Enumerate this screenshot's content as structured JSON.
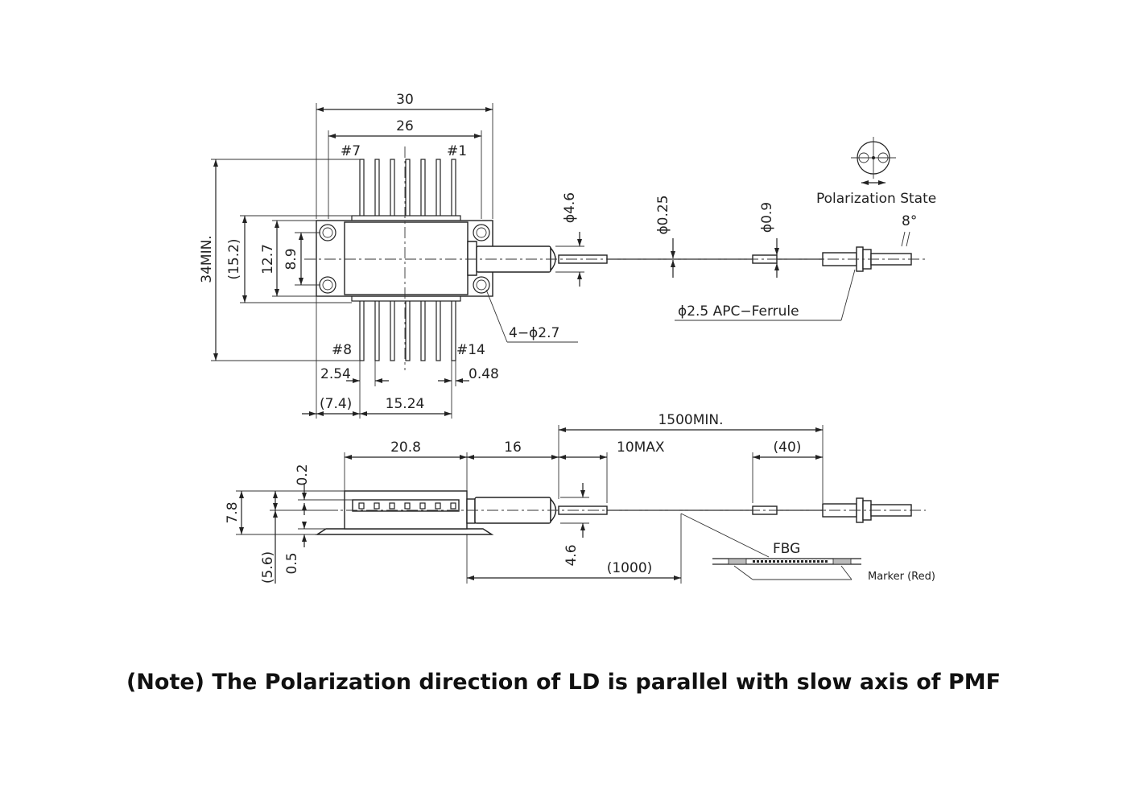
{
  "note": "(Note) The Polarization direction of LD is parallel with slow axis of PMF",
  "top_view": {
    "dim_30": "30",
    "dim_26": "26",
    "pin_7": "#7",
    "pin_1": "#1",
    "pin_8": "#8",
    "pin_14": "#14",
    "dim_34min": "34MIN.",
    "dim_15_2": "(15.2)",
    "dim_12_7": "12.7",
    "dim_8_9": "8.9",
    "dim_phi_4_6": "ϕ4.6",
    "dim_phi_0_25": "ϕ0.25",
    "dim_phi_0_9": "ϕ0.9",
    "polarization_state": "Polarization  State",
    "angle_8": "8°",
    "ferrule": "ϕ2.5  APC−Ferrule",
    "holes": "4−ϕ2.7",
    "dim_2_54": "2.54",
    "dim_0_48": "0.48",
    "dim_7_4": "(7.4)",
    "dim_15_24": "15.24"
  },
  "side_view": {
    "dim_1500min": "1500MIN.",
    "dim_20_8": "20.8",
    "dim_16": "16",
    "dim_10max": "10MAX",
    "dim_40": "(40)",
    "dim_0_2": "0.2",
    "dim_7_8": "7.8",
    "dim_5_6": "(5.6)",
    "dim_0_5": "0.5",
    "dim_4_6": "4.6",
    "dim_1000": "(1000)",
    "fbg": "FBG",
    "marker": "Marker (Red)"
  }
}
